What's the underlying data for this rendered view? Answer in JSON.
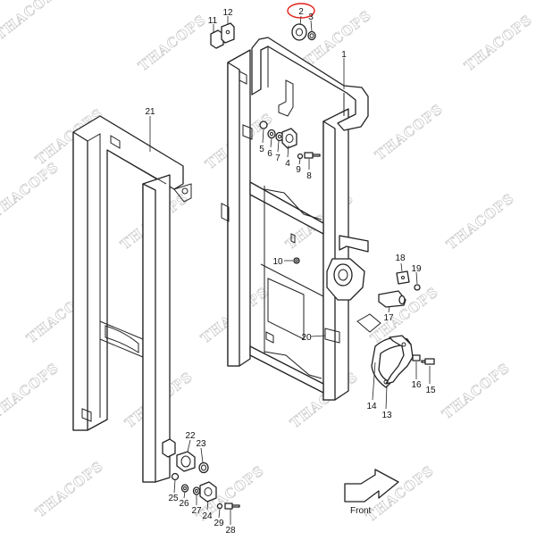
{
  "watermark": "THACOPS",
  "front_label": "Front",
  "highlighted_part": "2",
  "part_numbers": [
    "1",
    "2",
    "3",
    "4",
    "5",
    "6",
    "7",
    "8",
    "9",
    "10",
    "11",
    "12",
    "13",
    "14",
    "15",
    "16",
    "17",
    "18",
    "19",
    "20",
    "21",
    "22",
    "23",
    "24",
    "25",
    "26",
    "27",
    "28",
    "29"
  ]
}
